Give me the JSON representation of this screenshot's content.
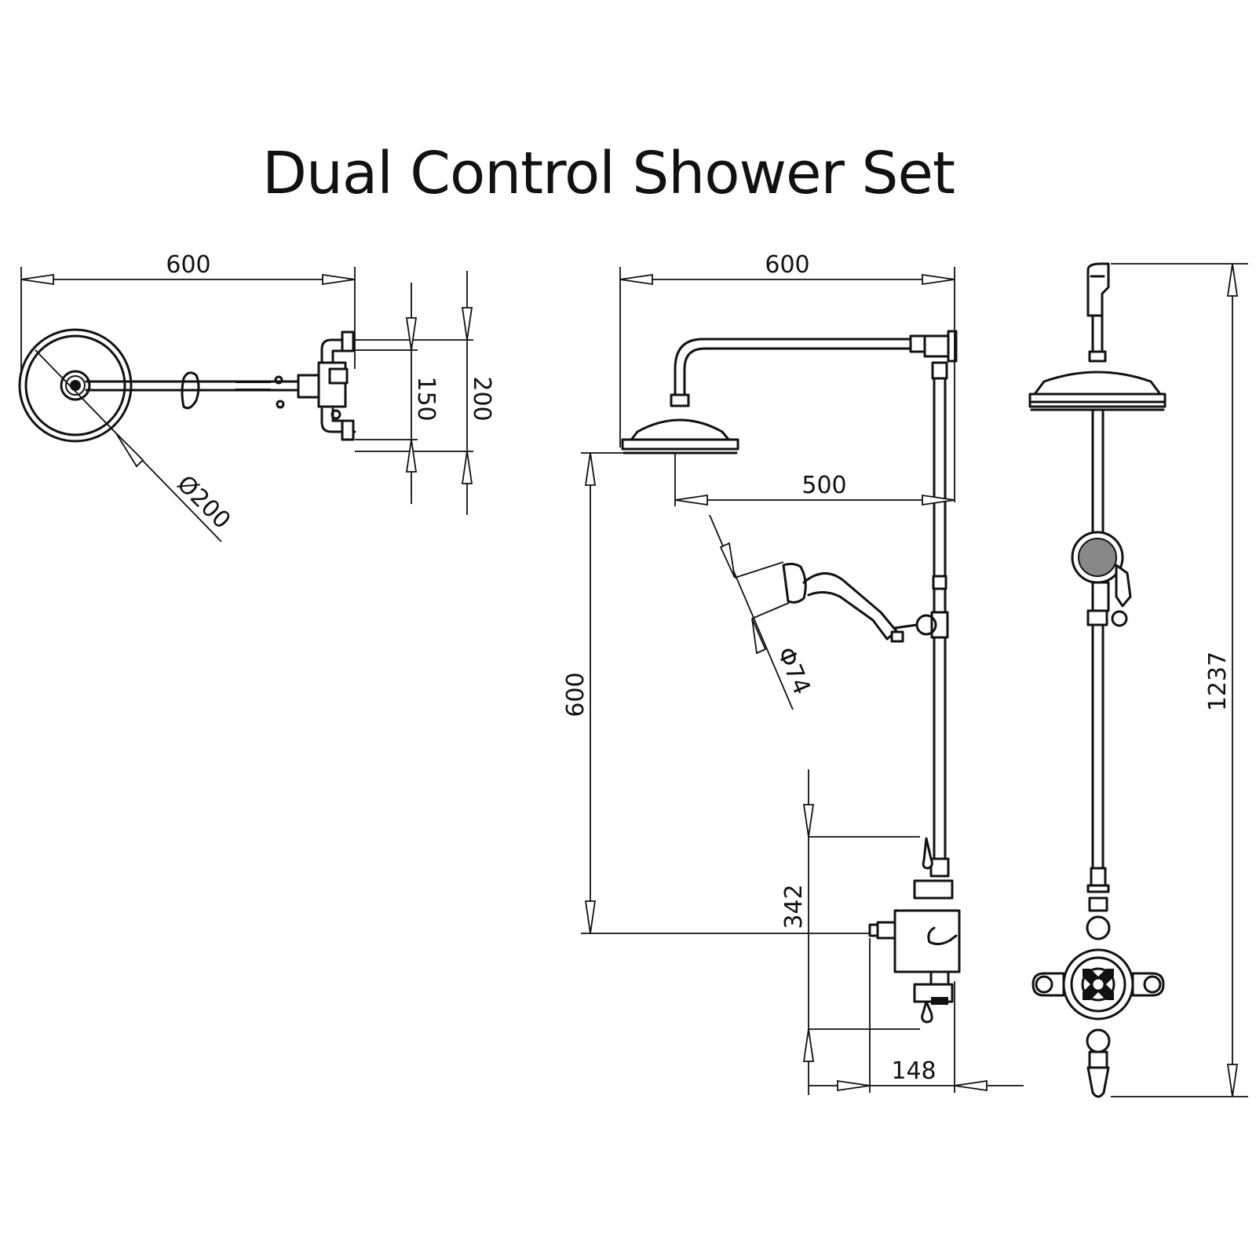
{
  "title": "Dual Control Shower Set",
  "dimensions": {
    "plan_width": "600",
    "plan_diameter": "Ø200",
    "plan_inner_spacing": "150",
    "plan_outer_spacing": "200",
    "side_width": "600",
    "side_arm_reach": "500",
    "side_height": "600",
    "handset_diameter": "Φ74",
    "valve_height": "342",
    "valve_depth": "148",
    "overall_height": "1237"
  }
}
